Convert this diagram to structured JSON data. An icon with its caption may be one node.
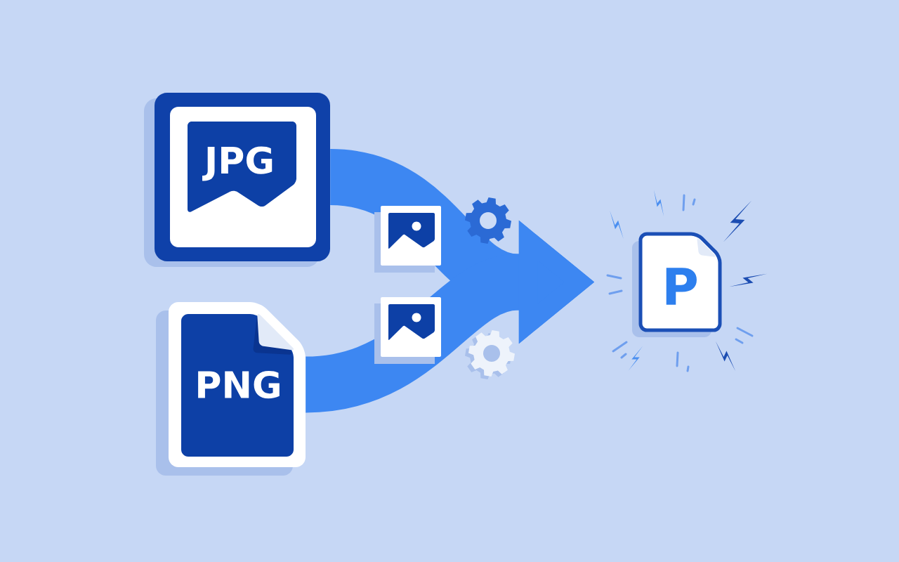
{
  "diagram": {
    "nodes": [
      {
        "text": [
          "JPG"
        ]
      },
      {
        "text": [
          "PNG"
        ]
      },
      {
        "text": [
          "P"
        ]
      }
    ],
    "edges": [
      {
        "from": 0,
        "to": 2,
        "arrow": "to"
      },
      {
        "from": 1,
        "to": 2,
        "arrow": "to"
      }
    ]
  }
}
